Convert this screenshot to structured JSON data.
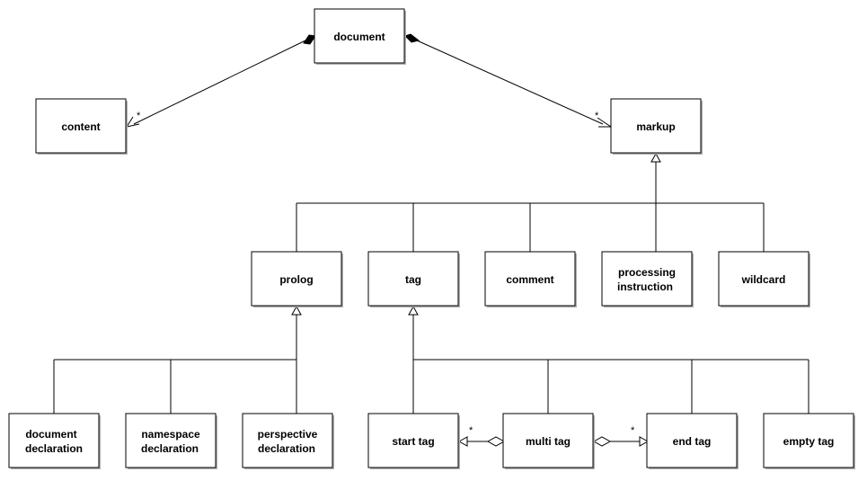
{
  "classes": {
    "document": "document",
    "content": "content",
    "markup": "markup",
    "prolog": "prolog",
    "tag": "tag",
    "comment": "comment",
    "processing_instruction": [
      "processing",
      "instruction"
    ],
    "wildcard": "wildcard",
    "document_declaration": [
      "document",
      "declaration"
    ],
    "namespace_declaration": [
      "namespace",
      "declaration"
    ],
    "perspective_declaration": [
      "perspective",
      "declaration"
    ],
    "start_tag": "start tag",
    "multi_tag": "multi tag",
    "end_tag": "end tag",
    "empty_tag": "empty tag"
  },
  "multiplicities": {
    "document_content": "*",
    "document_markup": "*",
    "multi_start": "*",
    "multi_end": "*"
  }
}
